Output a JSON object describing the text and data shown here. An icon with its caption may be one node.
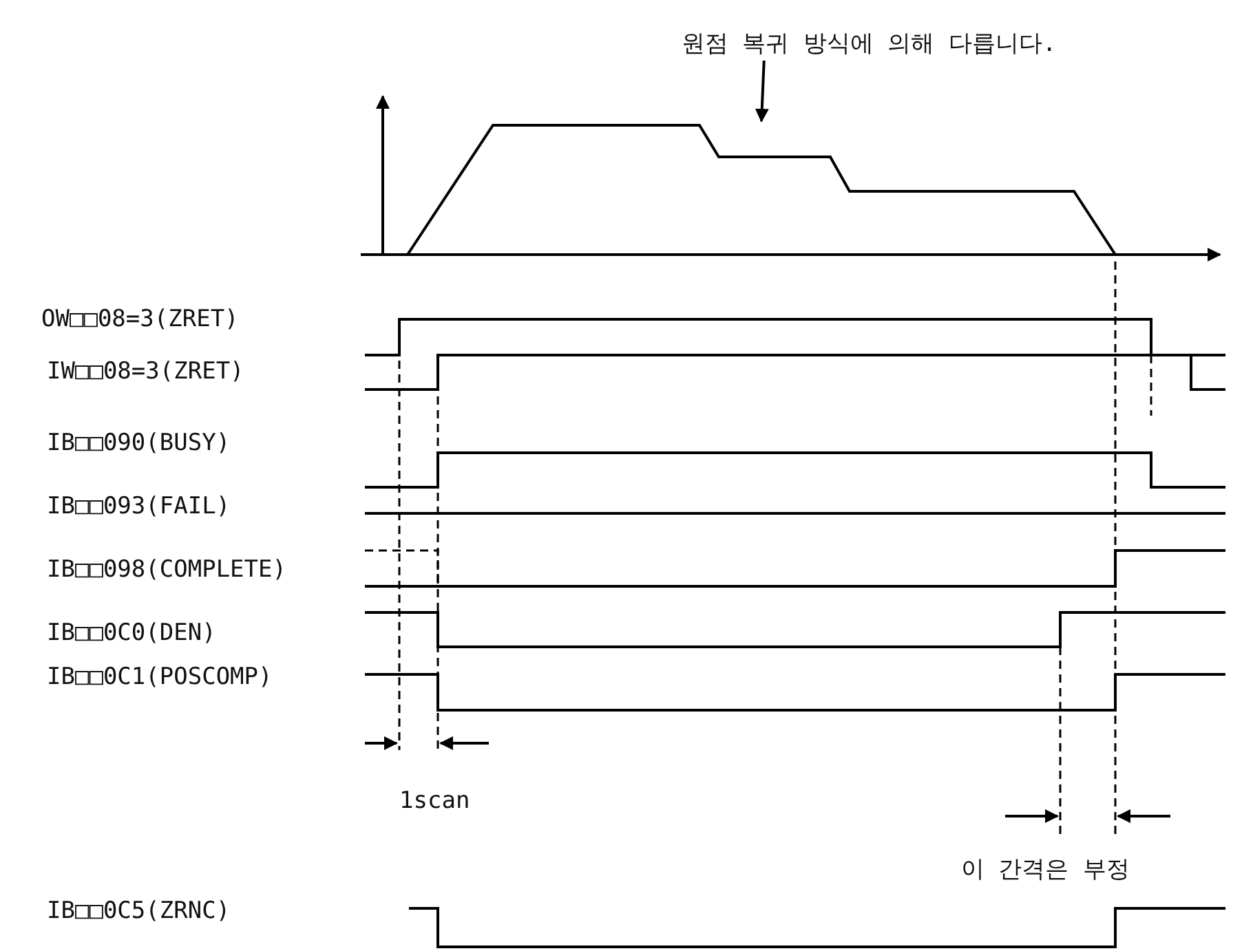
{
  "diagram": {
    "nodes": [
      {
        "text": [
          "원점 복귀 방식에 의해 다릅니다."
        ]
      },
      {
        "text": [],
        "shape": "line"
      }
    ],
    "edges": [
      {
        "from": 0,
        "to": 1,
        "arrow": "to"
      }
    ],
    "labels": [
      "OW□□08=3(ZRET)",
      "IW□□08=3(ZRET)",
      "IB□□090(BUSY)",
      "IB□□093(FAIL)",
      "IB□□098(COMPLETE)",
      "IB□□0C0(DEN)",
      "IB□□0C1(POSCOMP)",
      "1scan",
      "이 간격은 부정",
      "IB□□0C5(ZRNC)"
    ]
  }
}
